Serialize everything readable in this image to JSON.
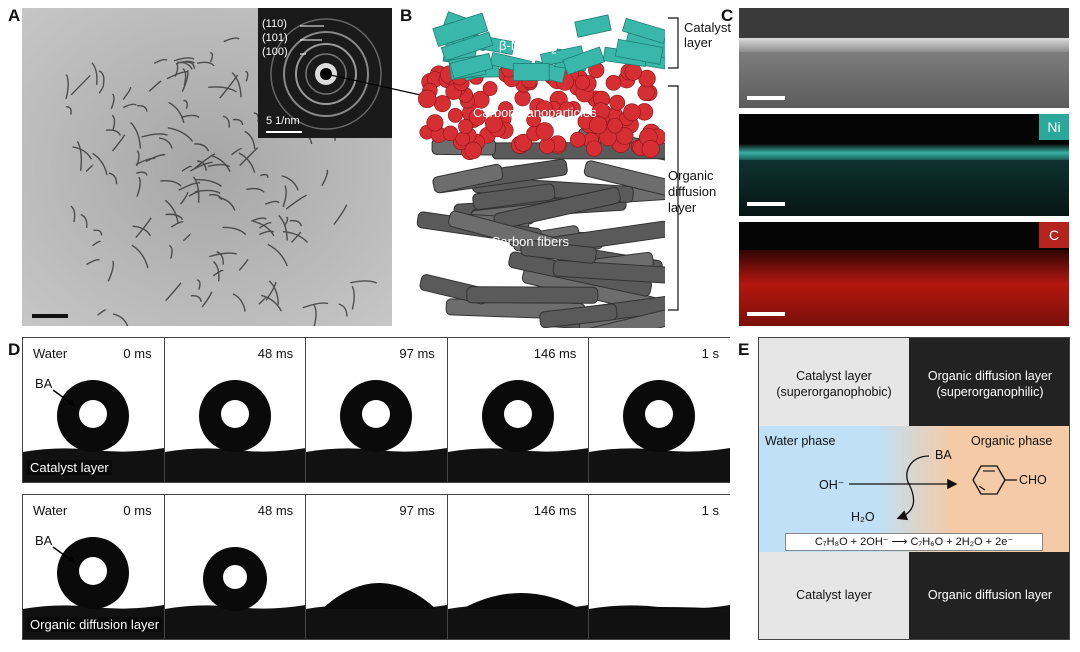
{
  "panel_labels": {
    "a": "A",
    "b": "B",
    "c": "C",
    "d": "D",
    "e": "E"
  },
  "panel_a": {
    "diffraction_rings": [
      "(110)",
      "(101)",
      "(100)"
    ],
    "inset_scale": "5 1/nm"
  },
  "panel_b": {
    "catalyst_material": "β-Ni(OH)",
    "catalyst_subscript": "2",
    "nanoparticles": "Carbon nanoparticles",
    "fibers": "Carbon fibers",
    "bracket_catalyst": [
      "Catalyst",
      "layer"
    ],
    "bracket_diffusion": [
      "Organic",
      "diffusion",
      "layer"
    ]
  },
  "panel_c": {
    "ni_label": "Ni",
    "c_label": "C"
  },
  "panel_d": {
    "water_label": "Water",
    "ba_label": "BA",
    "times": [
      "0 ms",
      "48 ms",
      "97 ms",
      "146 ms",
      "1 s"
    ],
    "top_substrate": "Catalyst layer",
    "bottom_substrate": "Organic diffusion layer"
  },
  "panel_e": {
    "top_left": [
      "Catalyst layer",
      "(superorganophobic)"
    ],
    "top_right": [
      "Organic diffusion layer",
      "(superorganophilic)"
    ],
    "water_phase": "Water phase",
    "organic_phase": "Organic phase",
    "ba": "BA",
    "oh": "OH⁻",
    "h2o": "H₂O",
    "cho": "CHO",
    "equation": "C₇H₈O + 2OH⁻ ⟶ C₇H₆O + 2H₂O + 2e⁻",
    "bottom_left": "Catalyst layer",
    "bottom_right": "Organic diffusion layer"
  },
  "colors": {
    "catalyst_teal": "#39b7aa",
    "nanoparticle_red": "#d62f33",
    "fiber_gray": "#5a5a5a",
    "water_blue": "#bfe0f6",
    "organic_orange": "#f5caa6",
    "ni_map": "#3fd0c0",
    "c_map": "#e0241e",
    "dark_box": "#222222",
    "light_box": "#e6e6e6"
  }
}
